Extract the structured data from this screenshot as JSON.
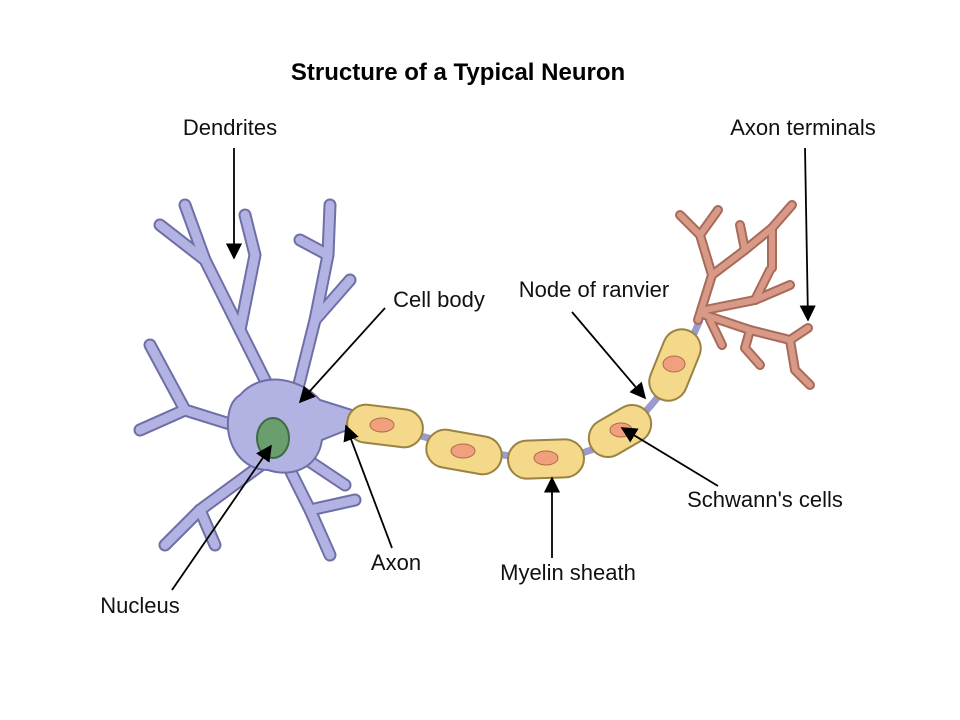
{
  "diagram": {
    "title": "Structure of a Typical Neuron",
    "labels": {
      "dendrites": "Dendrites",
      "axon_terminals": "Axon terminals",
      "cell_body": "Cell body",
      "node_of_ranvier": "Node of ranvier",
      "schwanns_cells": "Schwann's cells",
      "axon": "Axon",
      "myelin_sheath": "Myelin sheath",
      "nucleus": "Nucleus"
    },
    "colors": {
      "cell_body": "#b3b3e3",
      "cell_outline": "#6f6fa8",
      "nucleus": "#6a9e6e",
      "myelin": "#f5d98a",
      "myelin_outline": "#9a8242",
      "schwann_nucleus": "#f0a07c",
      "axon_terminal": "#d89a86"
    }
  }
}
